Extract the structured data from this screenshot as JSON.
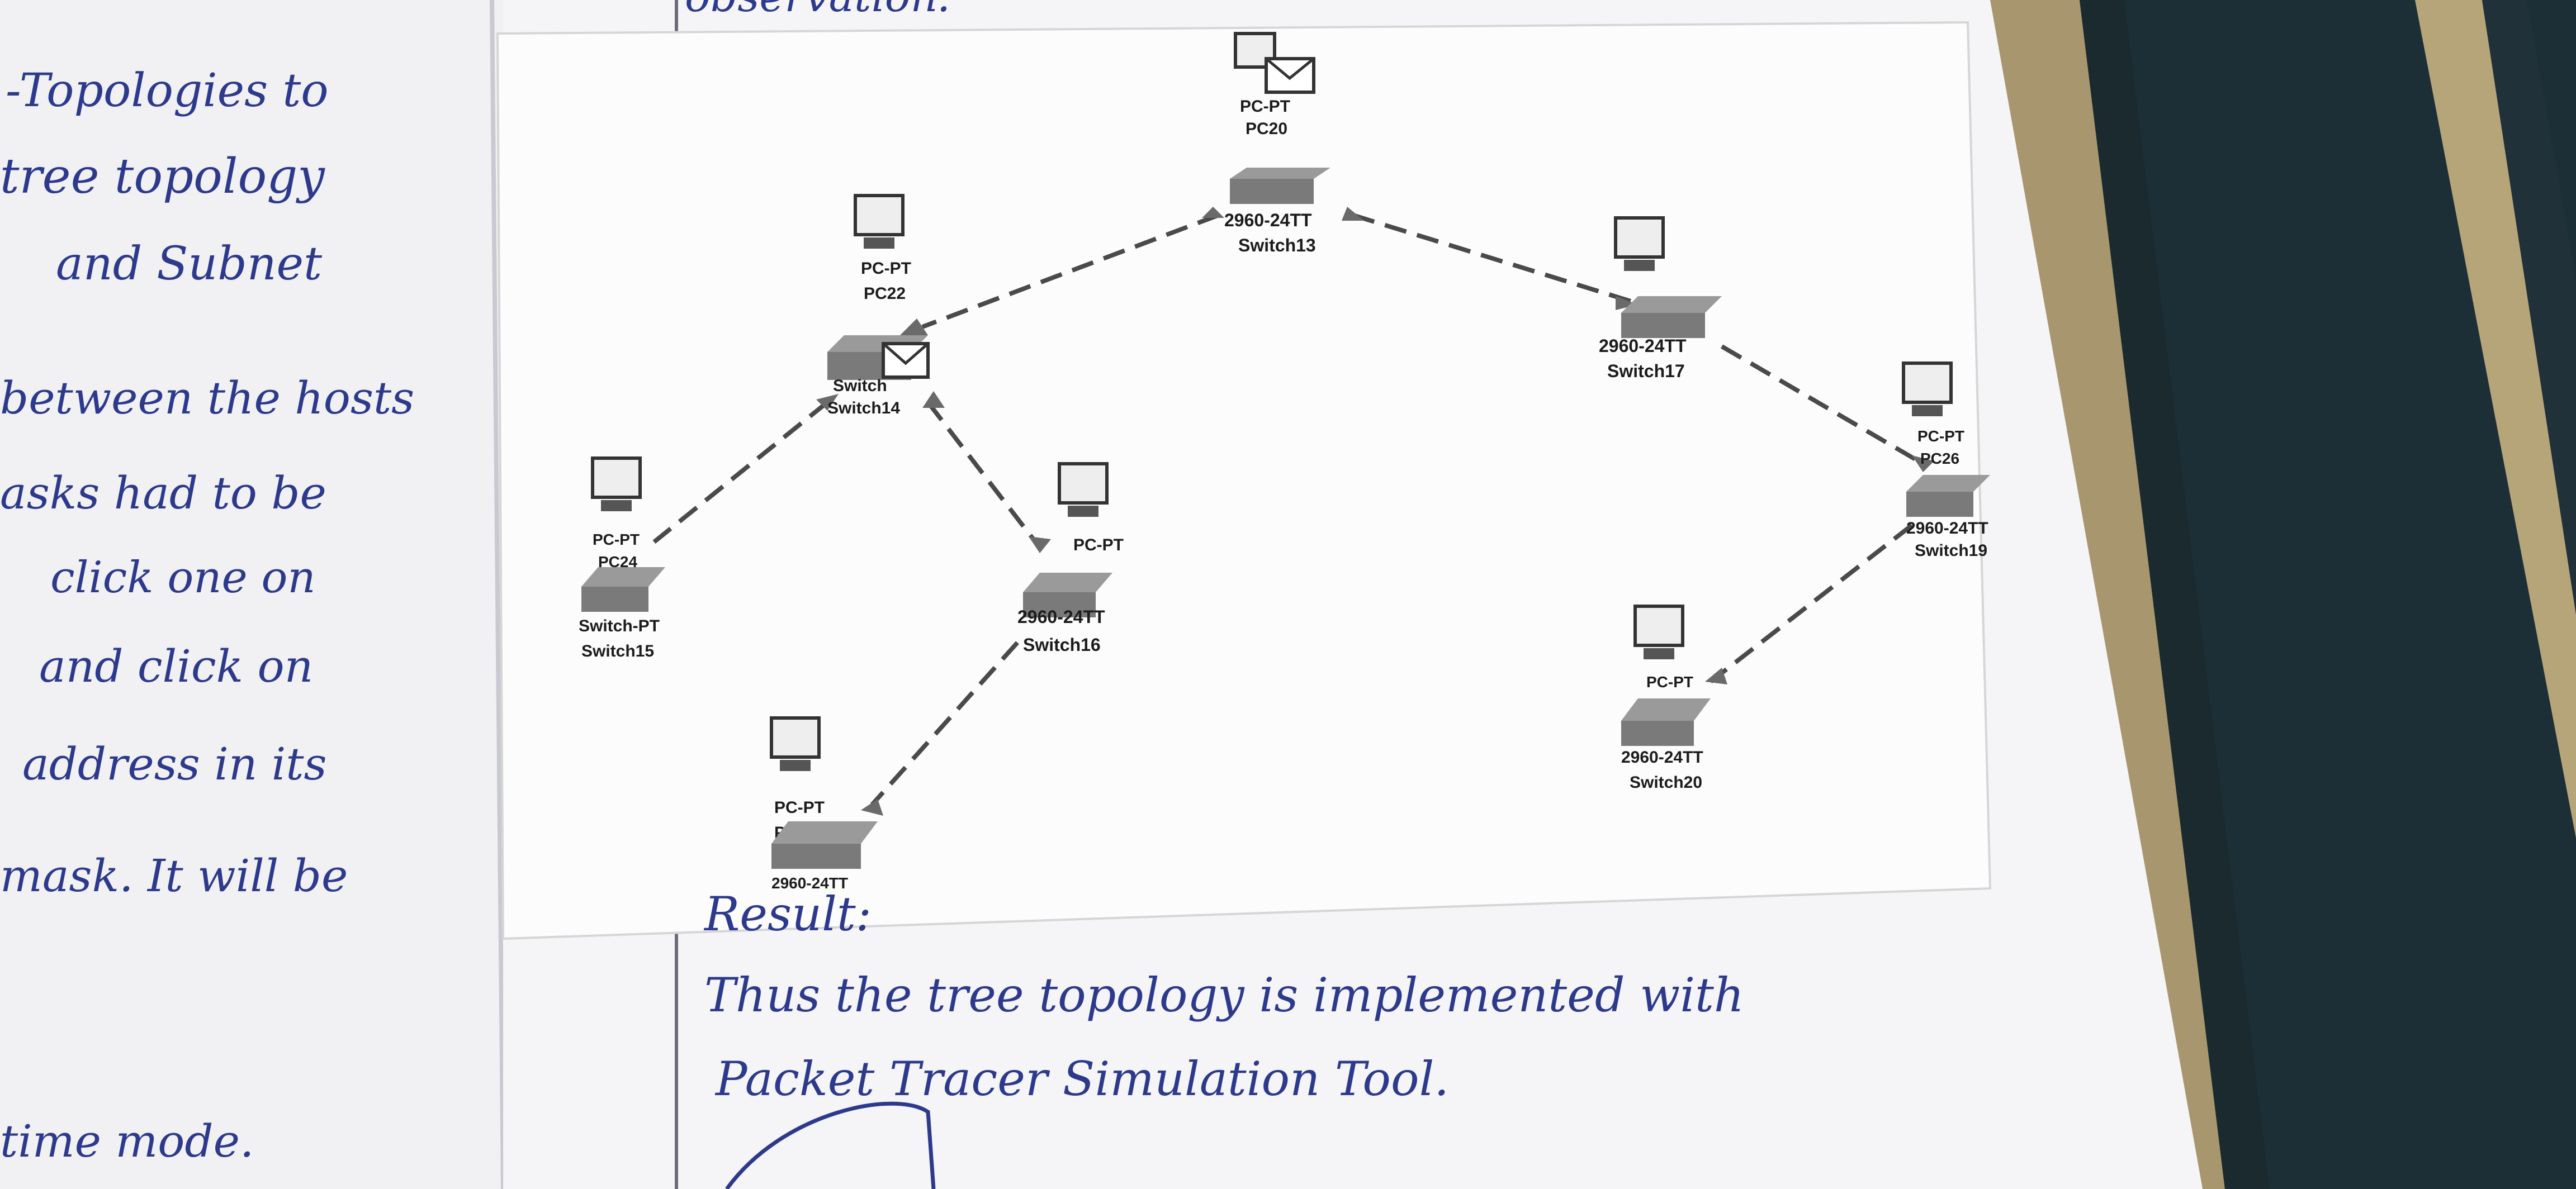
{
  "notebook_left": {
    "lines": [
      "-Topologies to",
      "tree  topology",
      "and Subnet",
      "between the hosts",
      "asks had to be",
      "click one on",
      "and click on",
      "address in its",
      "mask. It will be",
      "time mode."
    ]
  },
  "notebook_right": {
    "top_heading": "observation:",
    "result_heading": "Result:",
    "result_line1": "Thus the tree topology is implemented with",
    "result_line2": "Packet Tracer Simulation Tool."
  },
  "diagram": {
    "nodes": [
      {
        "id": "sw13",
        "model": "2960-24TT",
        "name": "Switch13",
        "pc": "PC-PT",
        "pc_name": "PC20",
        "envelope": true
      },
      {
        "id": "sw14",
        "model": "Switch",
        "name": "Switch14",
        "pc": "PC-PT",
        "pc_name": "PC22",
        "envelope": true
      },
      {
        "id": "sw17",
        "model": "2960-24TT",
        "name": "Switch17",
        "pc": "",
        "pc_name": ""
      },
      {
        "id": "sw19",
        "model": "2960-24TT",
        "name": "Switch19",
        "pc": "PC-PT",
        "pc_name": "PC26"
      },
      {
        "id": "sw15",
        "model": "Switch-PT",
        "name": "Switch15",
        "pc": "PC-PT",
        "pc_name": "PC24"
      },
      {
        "id": "sw16",
        "model": "2960-24TT",
        "name": "Switch16",
        "pc": "PC-PT",
        "pc_name": ""
      },
      {
        "id": "sw20",
        "model": "2960-24TT",
        "name": "Switch20",
        "pc": "PC-PT",
        "pc_name": ""
      },
      {
        "id": "sw18",
        "model": "2960-24TT",
        "name": "",
        "pc": "PC-PT",
        "pc_name": "PC"
      }
    ],
    "links": [
      [
        "sw13",
        "sw14"
      ],
      [
        "sw13",
        "sw17"
      ],
      [
        "sw17",
        "sw19"
      ],
      [
        "sw14",
        "sw15"
      ],
      [
        "sw14",
        "sw16"
      ],
      [
        "sw16",
        "sw18"
      ],
      [
        "sw19",
        "sw20"
      ]
    ]
  },
  "colors": {
    "ink": "#2d3a8c",
    "paper": "#f3f3f6",
    "printout": "#fbfbfb",
    "fabric_dark": "#1d2f36",
    "fabric_stripe": "#b7a57a"
  }
}
